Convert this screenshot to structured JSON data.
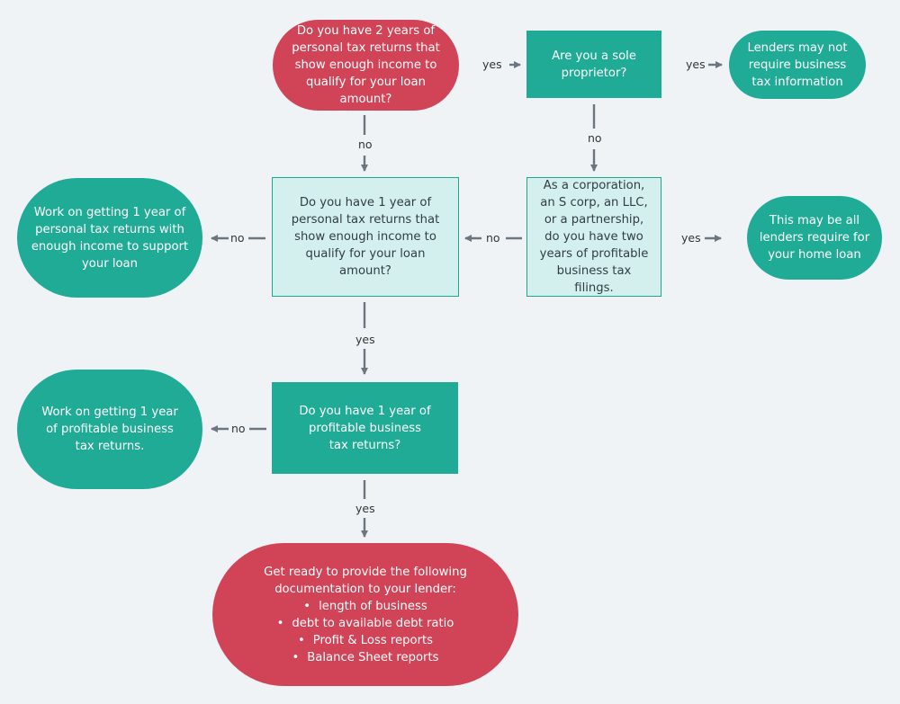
{
  "nodes": {
    "q_two_years_personal": "Do you have 2 years of personal tax returns that show enough income to qualify for your loan amount?",
    "q_sole_proprietor": "Are you a sole proprietor?",
    "lenders_may_not_require": "Lenders may not require business tax information",
    "q_corp_two_years": "As a corporation, an S corp, an LLC, or a partnership, do you have two years of profitable business tax filings.",
    "all_lenders_require": "This may be all lenders require for your home loan",
    "q_one_year_personal": "Do you have 1 year of personal tax returns that show enough income to qualify for your loan amount?",
    "work_personal": "Work on getting 1 year of personal tax returns with enough income to support your loan",
    "q_one_year_business": "Do you have 1 year of profitable business tax returns?",
    "work_business": "Work on getting 1 year of profitable business tax returns.",
    "final": {
      "intro": "Get ready to provide the following documentation to your lender:",
      "items": [
        "length of business",
        "debt to available debt ratio",
        "Profit & Loss reports",
        "Balance Sheet reports"
      ]
    }
  },
  "edges": {
    "e1": "yes",
    "e2": "yes",
    "e3": "no",
    "e4": "no",
    "e5": "yes",
    "e6": "no",
    "e7": "no",
    "e8": "yes",
    "e9": "no",
    "e10": "yes"
  },
  "colors": {
    "start_end": "#d14357",
    "process": "#20ab96",
    "decision_light": "#d3f0ee",
    "arrow": "#6b7680",
    "background": "#eff3f6"
  }
}
